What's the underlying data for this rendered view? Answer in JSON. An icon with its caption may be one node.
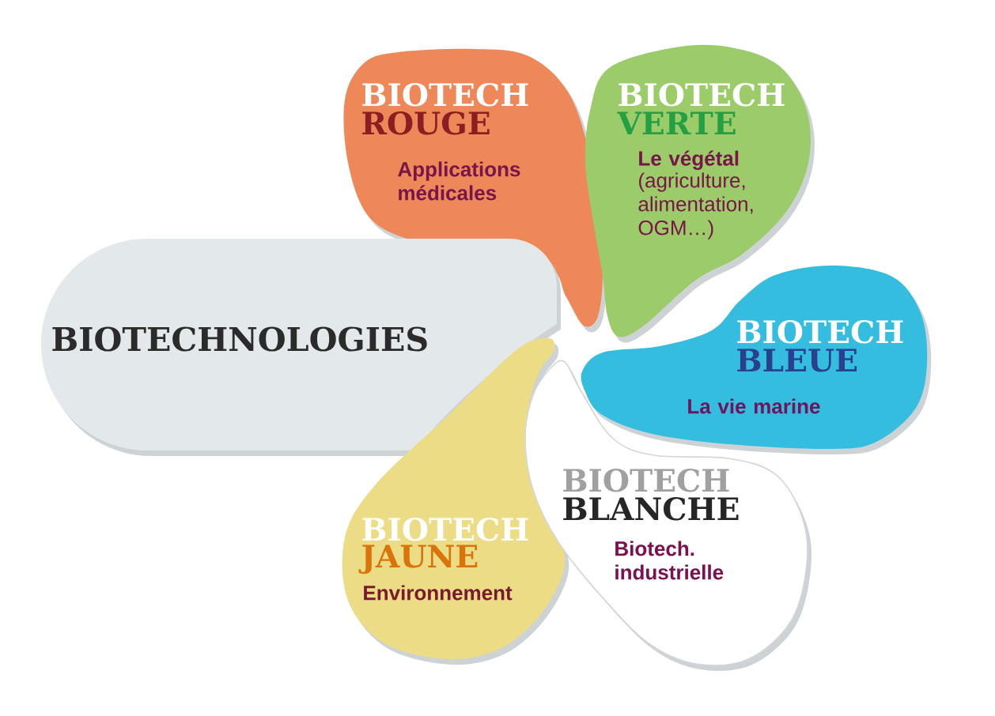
{
  "diagram": {
    "nodes": [
      {
        "text": [
          "BIOTECHNOLOGIES"
        ]
      },
      {
        "text": [
          "BIOTECH",
          "ROUGE",
          "Applications médicales"
        ]
      },
      {
        "text": [
          "BIOTECH",
          "VERTE",
          "Le végétal",
          "(agriculture, alimentation, OGM…)"
        ]
      },
      {
        "text": [
          "BIOTECH",
          "BLEUE",
          "La vie marine"
        ]
      },
      {
        "text": [
          "BIOTECH",
          "BLANCHE",
          "Biotech. industrielle"
        ]
      },
      {
        "text": [
          "BIOTECH",
          "JAUNE",
          "Environnement"
        ]
      }
    ]
  }
}
